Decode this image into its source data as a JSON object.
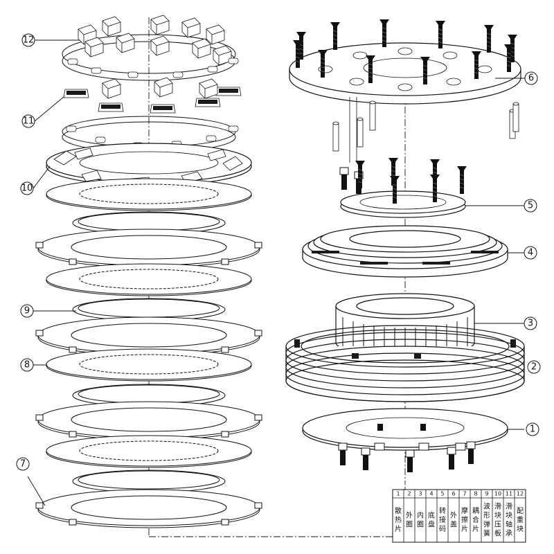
{
  "diagram": {
    "parts": [
      {
        "num": "1",
        "name": "散热片"
      },
      {
        "num": "2",
        "name": "外圈"
      },
      {
        "num": "3",
        "name": "内圈"
      },
      {
        "num": "4",
        "name": "底盘"
      },
      {
        "num": "5",
        "name": "转接码"
      },
      {
        "num": "6",
        "name": "外盖"
      },
      {
        "num": "7",
        "name": "摩擦片"
      },
      {
        "num": "8",
        "name": "耦合片"
      },
      {
        "num": "9",
        "name": "波形弹簧"
      },
      {
        "num": "10",
        "name": "滑块压板"
      },
      {
        "num": "11",
        "name": "滑块轴承"
      },
      {
        "num": "12",
        "name": "配重块"
      }
    ]
  },
  "colors": {
    "line": "#111111",
    "paper": "#ffffff",
    "fill_light": "#f4f4f4",
    "fill_dark": "#1a1a1a"
  }
}
